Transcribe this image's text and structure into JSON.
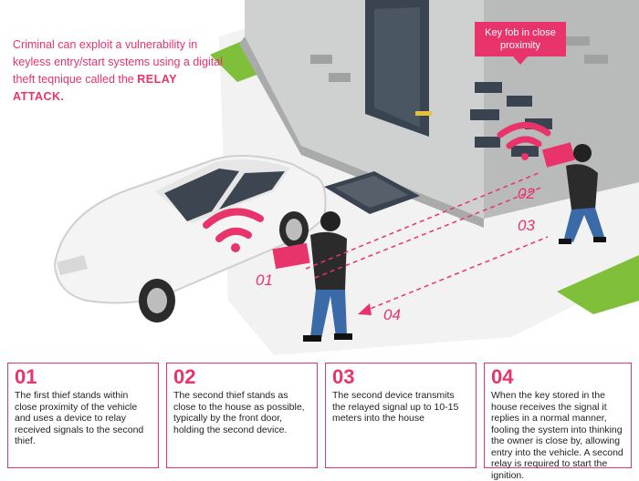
{
  "intro": {
    "line1": "Criminal can exploit a vulnerability in keyless entry/start systems using a digital theft teqnique called the",
    "highlight": "RELAY ATTACK."
  },
  "callout": {
    "text": "Key fob in close proximity"
  },
  "labels": {
    "l01": "01",
    "l02": "02",
    "l03": "03",
    "l04": "04"
  },
  "steps": [
    {
      "num": "01",
      "text": "The first thief stands within close proximity of the vehicle and uses a device to relay received signals to the second thief."
    },
    {
      "num": "02",
      "text": "The second thief stands as close to the house as possible, typically by the front door, holding the second device."
    },
    {
      "num": "03",
      "text": "The second device transmits the relayed signal up to 10-15 meters into the house"
    },
    {
      "num": "04",
      "text": "When the key stored in the house receives the signal it replies in a normal manner, fooling the system into thinking the owner is close by, allowing entry into the vehicle. A second relay is required to start the ignition."
    }
  ],
  "colors": {
    "accent": "#e8336b",
    "wall": "#c9cbcb",
    "ground": "#f2f2f2",
    "lawn": "#7fbf3a"
  }
}
